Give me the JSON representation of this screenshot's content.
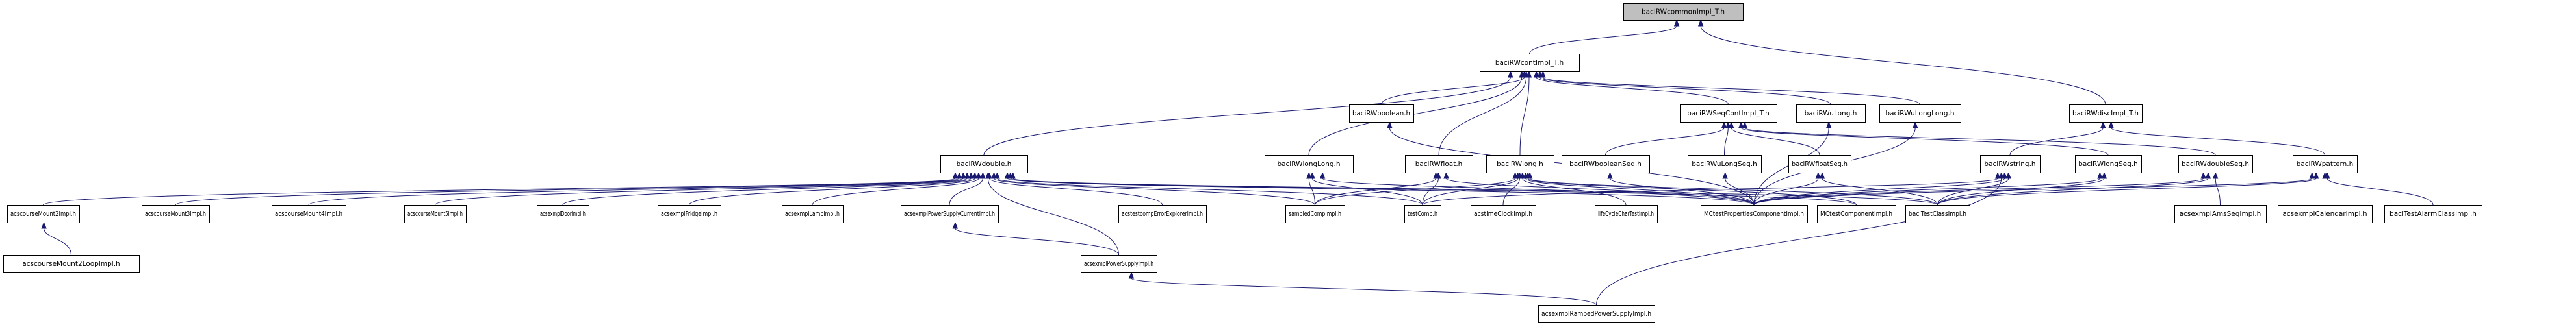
{
  "diagram": {
    "type": "include-dependency-graph",
    "root": "baciRWcommonImpl_T.h",
    "colors": {
      "edge": "#191970",
      "root_fill": "#bfbfbf",
      "node_fill": "#ffffff",
      "border": "#000000"
    },
    "nodes": [
      {
        "id": "baciRWcommonImpl_T",
        "label": "baciRWcommonImpl_T.h",
        "root": true
      },
      {
        "id": "baciRWcontImpl_T",
        "label": "baciRWcontImpl_T.h"
      },
      {
        "id": "baciRWdiscImpl_T",
        "label": "baciRWdiscImpl_T.h"
      },
      {
        "id": "baciRWboolean",
        "label": "baciRWboolean.h"
      },
      {
        "id": "baciRWSeqContImpl_T",
        "label": "baciRWSeqContImpl_T.h"
      },
      {
        "id": "baciRWuLong",
        "label": "baciRWuLong.h"
      },
      {
        "id": "baciRWuLongLong",
        "label": "baciRWuLongLong.h"
      },
      {
        "id": "baciRWdouble",
        "label": "baciRWdouble.h"
      },
      {
        "id": "baciRWlongLong",
        "label": "baciRWlongLong.h"
      },
      {
        "id": "baciRWfloat",
        "label": "baciRWfloat.h"
      },
      {
        "id": "baciRWlong",
        "label": "baciRWlong.h"
      },
      {
        "id": "baciRWbooleanSeq",
        "label": "baciRWbooleanSeq.h"
      },
      {
        "id": "baciRWuLongSeq",
        "label": "baciRWuLongSeq.h"
      },
      {
        "id": "baciRWfloatSeq",
        "label": "baciRWfloatSeq.h"
      },
      {
        "id": "baciRWstring",
        "label": "baciRWstring.h"
      },
      {
        "id": "baciRWlongSeq",
        "label": "baciRWlongSeq.h"
      },
      {
        "id": "baciRWdoubleSeq",
        "label": "baciRWdoubleSeq.h"
      },
      {
        "id": "baciRWpattern",
        "label": "baciRWpattern.h"
      },
      {
        "id": "acscourseMount2Impl",
        "label": "acscourseMount2Impl.h"
      },
      {
        "id": "acscourseMount3Impl",
        "label": "acscourseMount3Impl.h"
      },
      {
        "id": "acscourseMount4Impl",
        "label": "acscourseMount4Impl.h"
      },
      {
        "id": "acscourseMount5Impl",
        "label": "acscourseMount5Impl.h"
      },
      {
        "id": "acsexmplDoorImpl",
        "label": "acsexmplDoorImpl.h"
      },
      {
        "id": "acsexmplFridgeImpl",
        "label": "acsexmplFridgeImpl.h"
      },
      {
        "id": "acsexmplLampImpl",
        "label": "acsexmplLampImpl.h"
      },
      {
        "id": "acsexmplPowerSupplyCurrentImpl",
        "label": "acsexmplPowerSupplyCurrentImpl.h"
      },
      {
        "id": "acstestcompErrorExplorerImpl",
        "label": "acstestcompErrorExplorerImpl.h"
      },
      {
        "id": "sampledCompImpl",
        "label": "sampledCompImpl.h"
      },
      {
        "id": "testComp",
        "label": "testComp.h"
      },
      {
        "id": "acstimeClockImpl",
        "label": "acstimeClockImpl.h"
      },
      {
        "id": "lifeCycleCharTestImpl",
        "label": "lifeCycleCharTestImpl.h"
      },
      {
        "id": "MCtestPropertiesComponentImpl",
        "label": "MCtestPropertiesComponentImpl.h"
      },
      {
        "id": "MCtestComponentImpl",
        "label": "MCtestComponentImpl.h"
      },
      {
        "id": "baciTestClassImpl",
        "label": "baciTestClassImpl.h"
      },
      {
        "id": "acsexmplAmsSeqImpl",
        "label": "acsexmplAmsSeqImpl.h"
      },
      {
        "id": "acsexmplCalendarImpl",
        "label": "acsexmplCalendarImpl.h"
      },
      {
        "id": "baciTestAlarmClassImpl",
        "label": "baciTestAlarmClassImpl.h"
      },
      {
        "id": "acscourseMount2LoopImpl",
        "label": "acscourseMount2LoopImpl.h"
      },
      {
        "id": "acsexmplPowerSupplyImpl",
        "label": "acsexmplPowerSupplyImpl.h"
      },
      {
        "id": "acsexmplRampedPowerSupplyImpl",
        "label": "acsexmplRampedPowerSupplyImpl.h"
      }
    ],
    "edges": [
      {
        "from": "baciRWcontImpl_T",
        "to": "baciRWcommonImpl_T"
      },
      {
        "from": "baciRWdiscImpl_T",
        "to": "baciRWcommonImpl_T"
      },
      {
        "from": "baciRWdouble",
        "to": "baciRWcontImpl_T"
      },
      {
        "from": "baciRWlongLong",
        "to": "baciRWcontImpl_T"
      },
      {
        "from": "baciRWfloat",
        "to": "baciRWcontImpl_T"
      },
      {
        "from": "baciRWlong",
        "to": "baciRWcontImpl_T"
      },
      {
        "from": "baciRWSeqContImpl_T",
        "to": "baciRWcontImpl_T"
      },
      {
        "from": "baciRWuLong",
        "to": "baciRWcontImpl_T"
      },
      {
        "from": "baciRWuLongLong",
        "to": "baciRWcontImpl_T"
      },
      {
        "from": "baciRWboolean",
        "to": "baciRWcontImpl_T"
      },
      {
        "from": "baciRWbooleanSeq",
        "to": "baciRWSeqContImpl_T"
      },
      {
        "from": "baciRWuLongSeq",
        "to": "baciRWSeqContImpl_T"
      },
      {
        "from": "baciRWfloatSeq",
        "to": "baciRWSeqContImpl_T"
      },
      {
        "from": "baciRWlongSeq",
        "to": "baciRWSeqContImpl_T"
      },
      {
        "from": "baciRWdoubleSeq",
        "to": "baciRWSeqContImpl_T"
      },
      {
        "from": "baciRWstring",
        "to": "baciRWdiscImpl_T"
      },
      {
        "from": "baciRWpattern",
        "to": "baciRWdiscImpl_T"
      },
      {
        "from": "acscourseMount2Impl",
        "to": "baciRWdouble"
      },
      {
        "from": "acscourseMount3Impl",
        "to": "baciRWdouble"
      },
      {
        "from": "acscourseMount4Impl",
        "to": "baciRWdouble"
      },
      {
        "from": "acscourseMount5Impl",
        "to": "baciRWdouble"
      },
      {
        "from": "acsexmplDoorImpl",
        "to": "baciRWdouble"
      },
      {
        "from": "acsexmplFridgeImpl",
        "to": "baciRWdouble"
      },
      {
        "from": "acsexmplLampImpl",
        "to": "baciRWdouble"
      },
      {
        "from": "acsexmplPowerSupplyCurrentImpl",
        "to": "baciRWdouble"
      },
      {
        "from": "acsexmplPowerSupplyImpl",
        "to": "baciRWdouble"
      },
      {
        "from": "acstestcompErrorExplorerImpl",
        "to": "baciRWdouble"
      },
      {
        "from": "sampledCompImpl",
        "to": "baciRWdouble"
      },
      {
        "from": "testComp",
        "to": "baciRWdouble"
      },
      {
        "from": "MCtestPropertiesComponentImpl",
        "to": "baciRWdouble"
      },
      {
        "from": "MCtestComponentImpl",
        "to": "baciRWdouble"
      },
      {
        "from": "baciTestClassImpl",
        "to": "baciRWdouble"
      },
      {
        "from": "acscourseMount2LoopImpl",
        "to": "acscourseMount2Impl"
      },
      {
        "from": "acsexmplPowerSupplyImpl",
        "to": "acsexmplPowerSupplyCurrentImpl"
      },
      {
        "from": "acsexmplRampedPowerSupplyImpl",
        "to": "acsexmplPowerSupplyImpl"
      },
      {
        "from": "sampledCompImpl",
        "to": "baciRWlongLong"
      },
      {
        "from": "testComp",
        "to": "baciRWlongLong"
      },
      {
        "from": "MCtestPropertiesComponentImpl",
        "to": "baciRWlongLong"
      },
      {
        "from": "MCtestPropertiesComponentImpl",
        "to": "baciRWboolean"
      },
      {
        "from": "testComp",
        "to": "baciRWfloat"
      },
      {
        "from": "sampledCompImpl",
        "to": "baciRWfloat"
      },
      {
        "from": "MCtestPropertiesComponentImpl",
        "to": "baciRWfloat"
      },
      {
        "from": "acstimeClockImpl",
        "to": "baciRWlong"
      },
      {
        "from": "sampledCompImpl",
        "to": "baciRWlong"
      },
      {
        "from": "testComp",
        "to": "baciRWlong"
      },
      {
        "from": "lifeCycleCharTestImpl",
        "to": "baciRWlong"
      },
      {
        "from": "MCtestPropertiesComponentImpl",
        "to": "baciRWlong"
      },
      {
        "from": "MCtestComponentImpl",
        "to": "baciRWlong"
      },
      {
        "from": "baciTestClassImpl",
        "to": "baciRWlong"
      },
      {
        "from": "MCtestPropertiesComponentImpl",
        "to": "baciRWbooleanSeq"
      },
      {
        "from": "MCtestPropertiesComponentImpl",
        "to": "baciRWuLongSeq"
      },
      {
        "from": "MCtestPropertiesComponentImpl",
        "to": "baciRWfloatSeq"
      },
      {
        "from": "baciTestClassImpl",
        "to": "baciRWfloatSeq"
      },
      {
        "from": "MCtestPropertiesComponentImpl",
        "to": "baciRWuLong"
      },
      {
        "from": "MCtestPropertiesComponentImpl",
        "to": "baciRWuLongLong"
      },
      {
        "from": "testComp",
        "to": "baciRWstring"
      },
      {
        "from": "MCtestPropertiesComponentImpl",
        "to": "baciRWstring"
      },
      {
        "from": "baciTestClassImpl",
        "to": "baciRWstring"
      },
      {
        "from": "acsexmplRampedPowerSupplyImpl",
        "to": "baciRWstring"
      },
      {
        "from": "MCtestPropertiesComponentImpl",
        "to": "baciRWlongSeq"
      },
      {
        "from": "baciTestClassImpl",
        "to": "baciRWlongSeq"
      },
      {
        "from": "MCtestPropertiesComponentImpl",
        "to": "baciRWdoubleSeq"
      },
      {
        "from": "baciTestClassImpl",
        "to": "baciRWdoubleSeq"
      },
      {
        "from": "acsexmplAmsSeqImpl",
        "to": "baciRWdoubleSeq"
      },
      {
        "from": "MCtestPropertiesComponentImpl",
        "to": "baciRWpattern"
      },
      {
        "from": "baciTestClassImpl",
        "to": "baciRWpattern"
      },
      {
        "from": "acsexmplCalendarImpl",
        "to": "baciRWpattern"
      },
      {
        "from": "baciTestAlarmClassImpl",
        "to": "baciRWpattern"
      }
    ]
  }
}
